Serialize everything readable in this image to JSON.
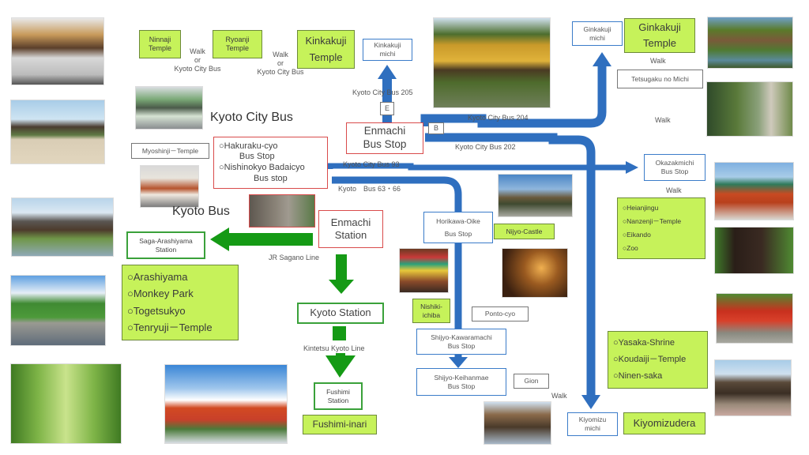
{
  "title": "Kyoto sightseeing route map from Enmachi",
  "colors": {
    "bus_route": "#2f6fbf",
    "rail_route": "#159a15",
    "attraction_fill": "#c6f25a",
    "hub_border": "#d94b4b"
  },
  "hubs": {
    "enmachi_bus_stop": "Enmachi\nBus Stop",
    "enmachi_station": "Enmachi\nStation",
    "nearby_stops": [
      "○Hakuraku-cyo\n　　Bus Stop",
      "○Nishinokyo Badaicyo\n　　Bus stop"
    ]
  },
  "captions": {
    "kyoto_city_bus": "Kyoto City Bus",
    "kyoto_bus": "Kyoto Bus"
  },
  "stop_markers": {
    "e": "E",
    "b": "B"
  },
  "routes": {
    "bus205": "Kyoto City Bus 205",
    "bus204": "Kyoto City Bus 204",
    "bus202": "Kyoto City Bus 202",
    "bus93": "Kyoto City Bus 93",
    "bus63_66": "Kyoto　Bus 63・66",
    "jr_sagano": "JR Sagano Line",
    "kintetsu": "Kintetsu Kyoto Line"
  },
  "walk_notes": {
    "ninnaji_ryoanji": "Walk\nor\nKyoto City Bus",
    "ryoanji_kinkakuji": "Walk\nor\nKyoto City Bus",
    "ginkakuji": "Walk",
    "tetsugaku": "Walk",
    "okazaki": "Walk",
    "gion": "Walk"
  },
  "stops": {
    "kinkakuji_michi": "Kinkakuji\nmichi",
    "ginkakuji_michi": "Ginkakuji\nmichi",
    "tetsugaku_no_michi": "Tetsugaku no Michi",
    "okazakmichi": "Okazakmichi\nBus Stop",
    "myoshinji": "Myoshinji－Temple",
    "horikawa_oike": "Horikawa-Oike\nBus Stop",
    "shijo_kawaramachi": "Shijyo-Kawaramachi\nBus Stop",
    "shijo_keihanmae": "Shijyo-Keihanmae\nBus Stop",
    "ponto_cyo": "Ponto-cyo",
    "gion": "Gion",
    "kiyomizu_michi": "Kiyomizu\nmichi",
    "saga_arashiyama": "Saga-Arashiyama\nStation",
    "kyoto_station": "Kyoto Station",
    "fushimi_station": "Fushimi\nStation"
  },
  "attractions": {
    "ninnaji": "Ninnaji\nTemple",
    "ryoanji": "Ryoanji\nTemple",
    "kinkakuji": "Kinkakuji\nTemple",
    "ginkakuji": "Ginkakuji\nTemple",
    "nijo": "Nijyo-Castle",
    "nishiki": "Nishiki-\nichiba",
    "kiyomizudera": "Kiyomizudera",
    "fushimi_inari": "Fushimi-inari",
    "okazaki_list": [
      "○Heianjingu",
      "○Nanzenji－Temple",
      "○Eikando",
      "○Zoo"
    ],
    "arashiyama_list": [
      "○Arashiyama",
      "○Monkey Park",
      "○Togetsukyo",
      "○Tenryuji－Temple"
    ],
    "higashiyama_list": [
      "○Yasaka-Shrine",
      "○Koudaiji－Temple",
      "○Ninen-saka"
    ]
  },
  "photos": [
    "ryoanji-rock-garden-photo",
    "ninnaji-gate-photo",
    "tenryuji-temple-photo",
    "togetsukyo-bridge-photo",
    "bamboo-grove-photo",
    "kyoto-city-bus-photo",
    "kyoto-bus-photo",
    "enmachi-street-photo",
    "kinkakuji-pavilion-photo",
    "nijo-castle-photo",
    "nishiki-market-photo",
    "pontocho-alley-photo",
    "gion-street-photo",
    "fushimi-inari-torii-photo",
    "ginkakuji-photo",
    "philosophers-path-photo",
    "heian-shrine-photo",
    "nanzenji-gate-photo",
    "yasaka-shrine-photo",
    "kiyomizudera-photo"
  ]
}
